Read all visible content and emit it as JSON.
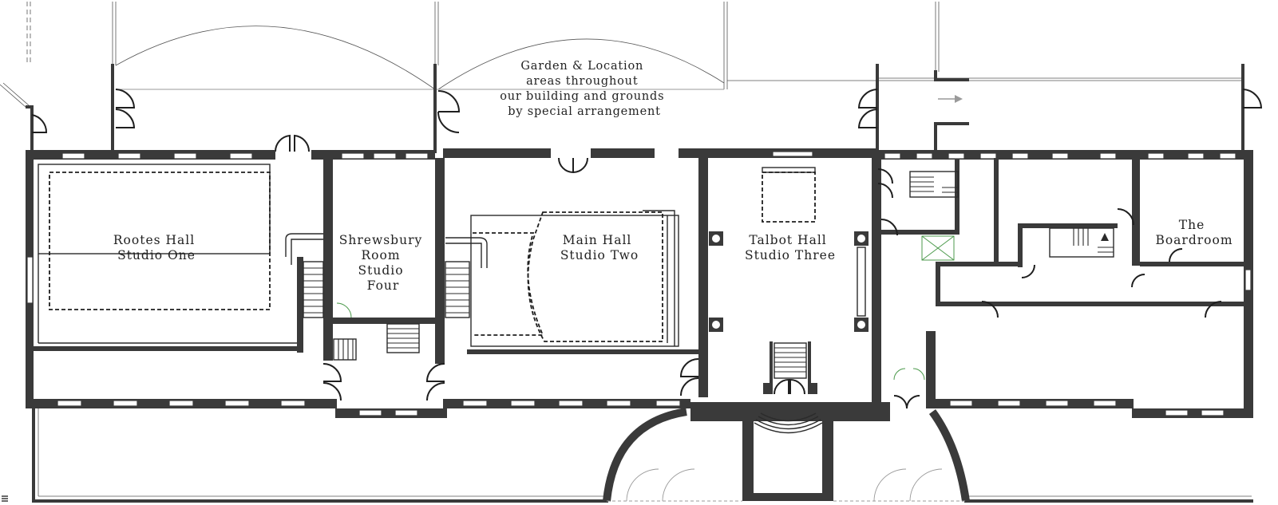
{
  "floorplan": {
    "rooms": [
      {
        "id": "rootes-hall",
        "lines": [
          "Rootes Hall",
          "Studio One"
        ]
      },
      {
        "id": "shrewsbury-room",
        "lines": [
          "Shrewsbury",
          "Room",
          "Studio",
          "Four"
        ]
      },
      {
        "id": "main-hall",
        "lines": [
          "Main Hall",
          "Studio Two"
        ]
      },
      {
        "id": "talbot-hall",
        "lines": [
          "Talbot Hall",
          "Studio Three"
        ]
      },
      {
        "id": "boardroom",
        "lines": [
          "The",
          "Boardroom"
        ]
      }
    ],
    "garden_note": {
      "lines": [
        "Garden & Location",
        "areas throughout",
        "our building and grounds",
        "by special arrangement"
      ]
    }
  }
}
